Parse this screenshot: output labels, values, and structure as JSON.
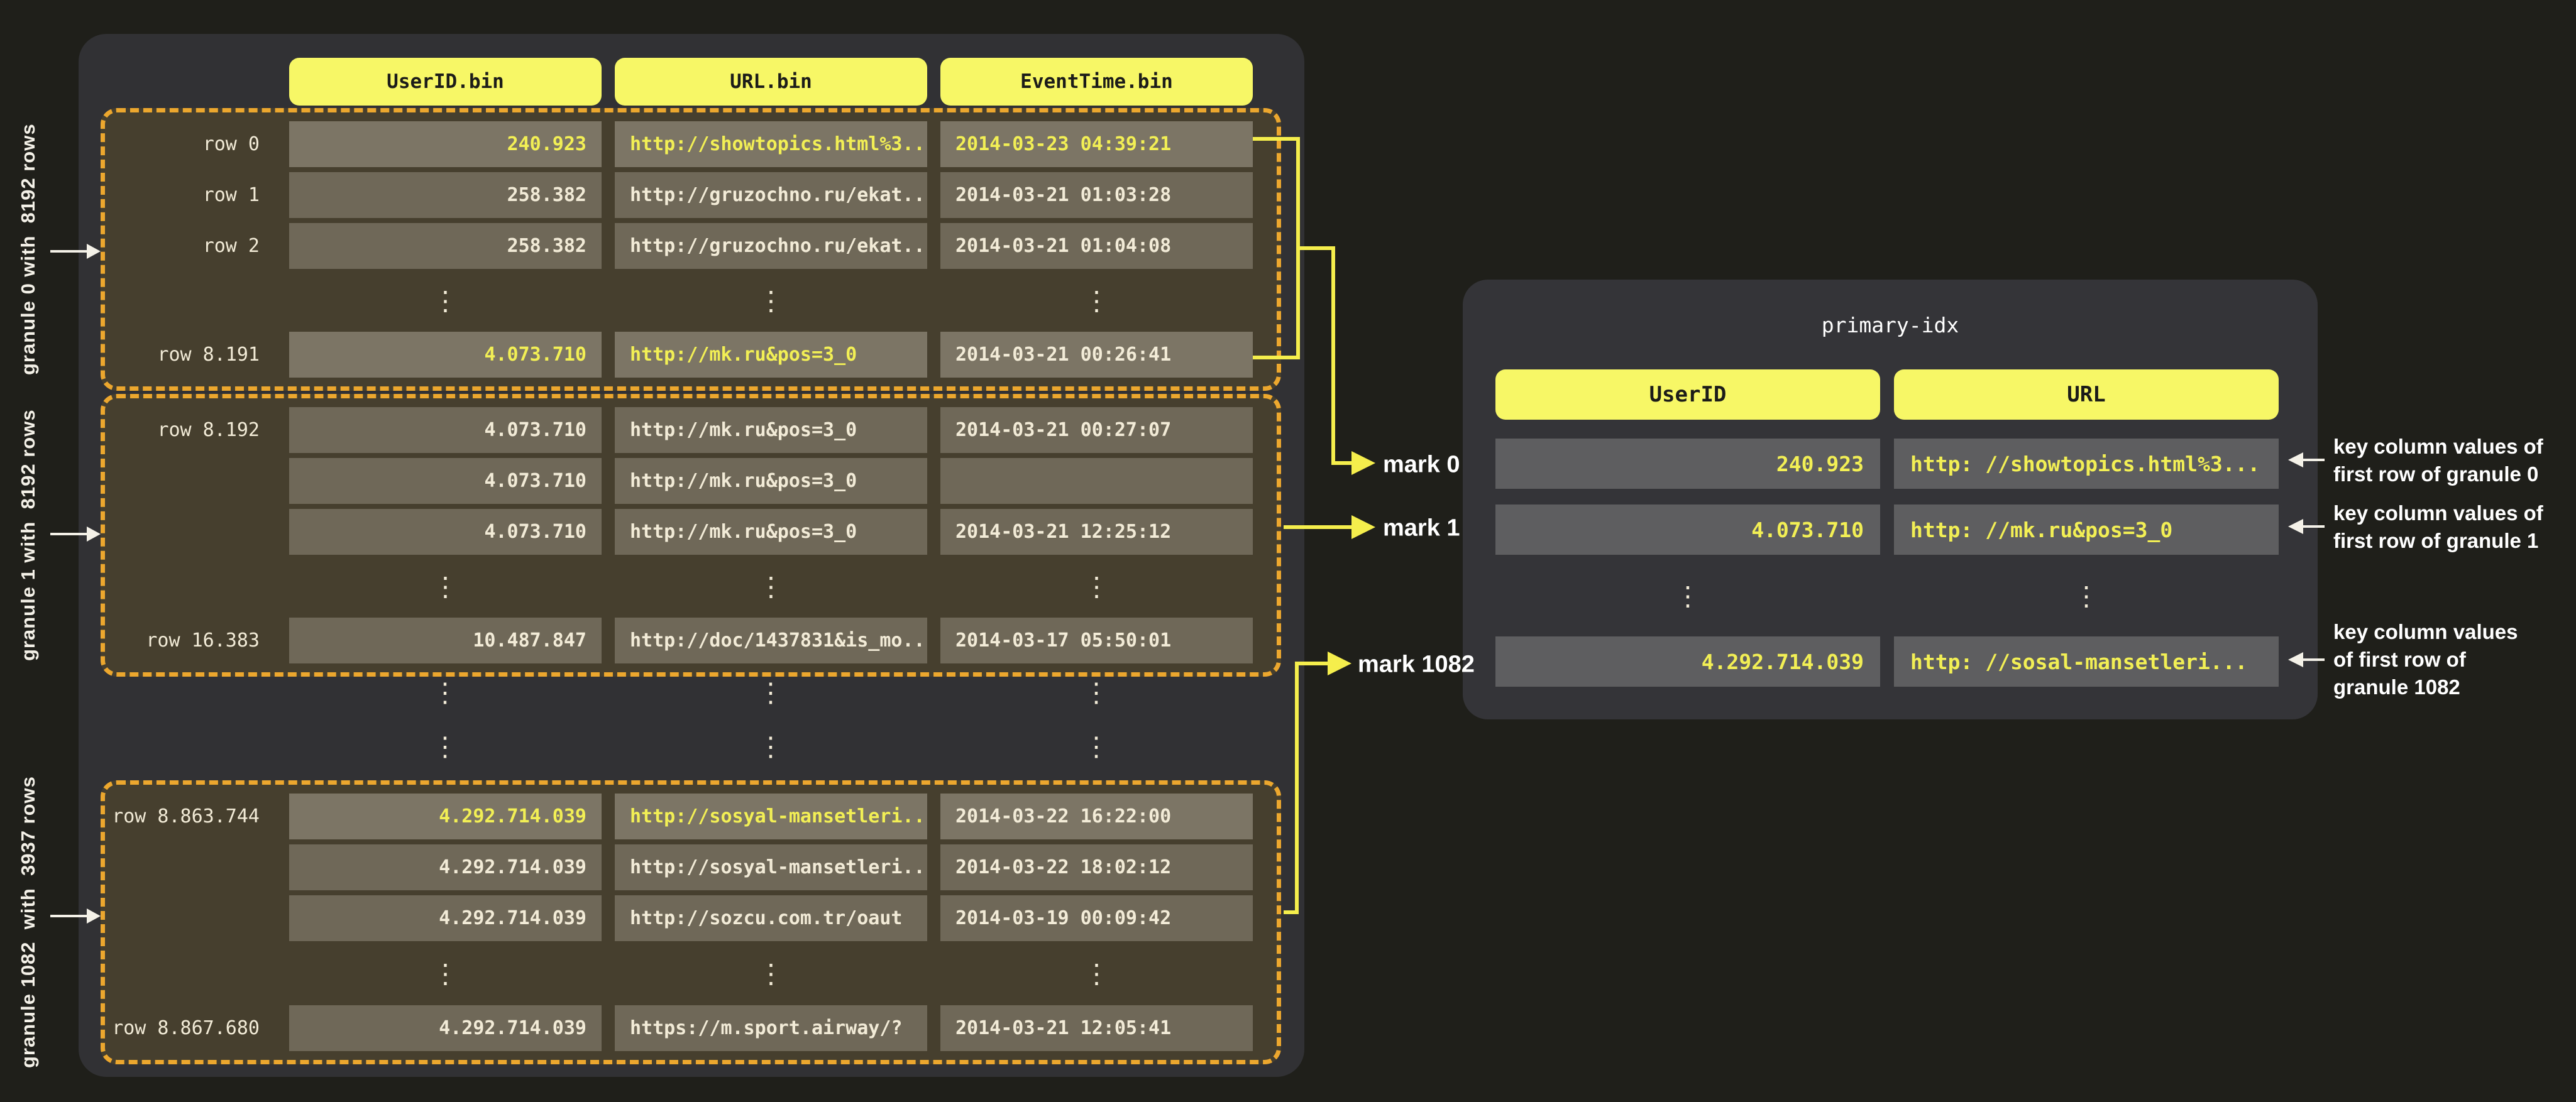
{
  "colors": {
    "page_bg": "#1f1f1a",
    "panel_bg": "#313134",
    "index_panel_bg": "#343438",
    "granule_fill": "#463f2e",
    "dash_orange": "#eca72e",
    "accent_yellow_pill": "#f7f766",
    "yellow_text": "#f2ef55",
    "yellow_line": "#f5ee4c",
    "cream_text": "#f2ebd7",
    "cell_bg": "#6f6858",
    "cell_bg_highlight": "#7c7565",
    "index_cell_bg": "#5e5e60",
    "white": "#ffffff"
  },
  "symbols": {
    "ellipsis": "⋮"
  },
  "bin_files": {
    "headers": [
      "UserID.bin",
      "URL.bin",
      "EventTime.bin"
    ]
  },
  "granules": [
    {
      "label": "granule 0 with  8192 rows",
      "rows": [
        {
          "label": "row 0",
          "cells": [
            "240.923",
            "http://showtopics.html%3...",
            "2014-03-23 04:39:21"
          ],
          "highlight": true,
          "styles": [
            "y",
            "y",
            "y"
          ]
        },
        {
          "label": "row 1",
          "cells": [
            "258.382",
            "http://gruzochno.ru/ekat...",
            "2014-03-21 01:03:28"
          ]
        },
        {
          "label": "row 2",
          "cells": [
            "258.382",
            "http://gruzochno.ru/ekat...",
            "2014-03-21 01:04:08"
          ]
        },
        {
          "dots": true
        },
        {
          "label": "row 8.191",
          "cells": [
            "4.073.710",
            "http://mk.ru&pos=3_0",
            "2014-03-21 00:26:41"
          ],
          "highlight": true,
          "styles": [
            "y",
            "y",
            "w"
          ]
        }
      ]
    },
    {
      "label": "granule 1 with  8192 rows",
      "rows": [
        {
          "label": "row 8.192",
          "cells": [
            "4.073.710",
            "http://mk.ru&pos=3_0",
            "2014-03-21 00:27:07"
          ]
        },
        {
          "label": "",
          "cells": [
            "4.073.710",
            "http://mk.ru&pos=3_0",
            ""
          ]
        },
        {
          "label": "",
          "cells": [
            "4.073.710",
            "http://mk.ru&pos=3_0",
            "2014-03-21 12:25:12"
          ]
        },
        {
          "dots": true
        },
        {
          "label": "row 16.383",
          "cells": [
            "10.487.847",
            "http://doc/1437831&is_mo...",
            "2014-03-17 05:50:01"
          ]
        }
      ]
    },
    {
      "label": "granule 1082  with  3937 rows",
      "rows": [
        {
          "label": "row 8.863.744",
          "cells": [
            "4.292.714.039",
            "http://sosyal-mansetleri...",
            "2014-03-22 16:22:00"
          ],
          "highlight": true,
          "styles": [
            "y",
            "y",
            "w"
          ]
        },
        {
          "label": "",
          "cells": [
            "4.292.714.039",
            "http://sosyal-mansetleri...",
            "2014-03-22 18:02:12"
          ]
        },
        {
          "label": "",
          "cells": [
            "4.292.714.039",
            "http://sozcu.com.tr/oaut",
            "2014-03-19 00:09:42"
          ]
        },
        {
          "dots": true
        },
        {
          "label": "row 8.867.680",
          "cells": [
            "4.292.714.039",
            "https://m.sport.airway/?",
            "2014-03-21 12:05:41"
          ]
        }
      ]
    }
  ],
  "marks": {
    "mark0": "mark 0",
    "mark1": "mark 1",
    "mark1082": "mark 1082"
  },
  "primary_index": {
    "title": "primary-idx",
    "headers": [
      "UserID",
      "URL"
    ],
    "rows": [
      {
        "cells": [
          "240.923",
          "http: //showtopics.html%3..."
        ]
      },
      {
        "cells": [
          "4.073.710",
          "http: //mk.ru&pos=3_0"
        ]
      },
      {
        "dots": true
      },
      {
        "cells": [
          "4.292.714.039",
          "http: //sosal-mansetleri..."
        ]
      }
    ]
  },
  "annotations": [
    {
      "lines": [
        "key column values of",
        "first row of granule 0"
      ]
    },
    {
      "lines": [
        "key column values of",
        "first row of granule 1"
      ]
    },
    {
      "lines": [
        "key column values",
        "of first row of",
        "granule 1082"
      ]
    }
  ]
}
